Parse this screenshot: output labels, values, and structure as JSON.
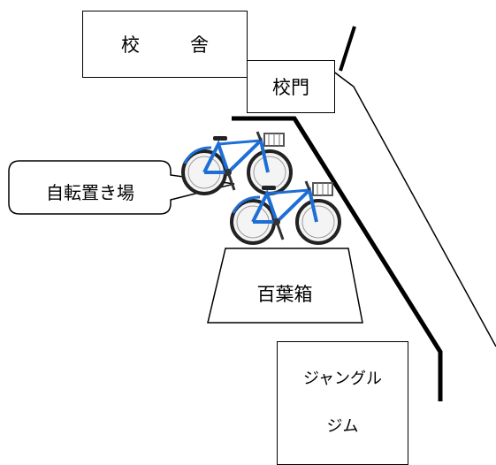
{
  "map": {
    "school_building": "校　舎",
    "school_gate": "校門",
    "bicycle_parking": "自転置き場",
    "instrument_shelter": "百葉箱",
    "jungle_gym_line1": "ジャングル",
    "jungle_gym_line2": "ジム"
  },
  "colors": {
    "bicycle_frame": "#1d6fd6",
    "outline": "#000000"
  }
}
